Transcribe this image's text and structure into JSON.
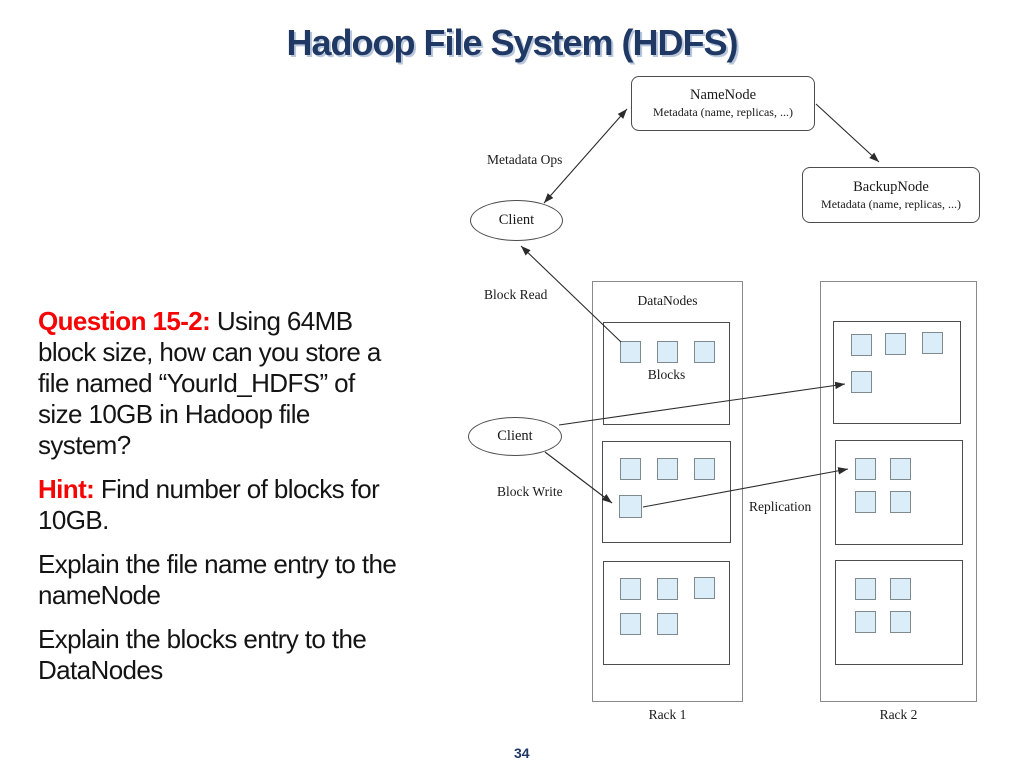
{
  "slide": {
    "title": "Hadoop File System (HDFS)",
    "page_number": "34"
  },
  "content": {
    "question_label": "Question 15-2:",
    "question_text": " Using 64MB\nblock size, how can you store a\nfile named “YourId_HDFS” of\nsize 10GB in Hadoop file\nsystem?",
    "hint_label": "Hint:",
    "hint_text": " Find number of blocks for\n10GB.",
    "explain_1": "Explain the file name entry to the\nnameNode",
    "explain_2": "Explain the blocks entry to the\nDataNodes"
  },
  "diagram": {
    "namenode_title": "NameNode",
    "namenode_subtitle": "Metadata (name, replicas, ...)",
    "backupnode_title": "BackupNode",
    "backupnode_subtitle": "Metadata (name, replicas, ...)",
    "client_top_label": "Client",
    "client_bottom_label": "Client",
    "metadata_ops_label": "Metadata Ops",
    "block_read_label": "Block Read",
    "block_write_label": "Block Write",
    "replication_label": "Replication",
    "datanodes_label": "DataNodes",
    "blocks_label": "Blocks",
    "rack1_label": "Rack 1",
    "rack2_label": "Rack 2"
  },
  "colors": {
    "title_navy": "#1F3864",
    "accent_red": "#F60505",
    "block_fill": "#DAEDF8",
    "block_border": "#7f8a8f",
    "line_color": "#2b2b2b"
  }
}
